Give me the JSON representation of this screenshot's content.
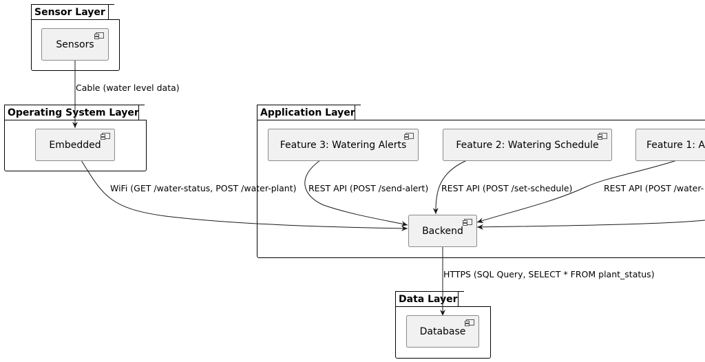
{
  "packages": {
    "sensor": "Sensor Layer",
    "os": "Operating System Layer",
    "app": "Application Layer",
    "data": "Data Layer"
  },
  "components": {
    "sensors": "Sensors",
    "embedded": "Embedded",
    "feature3": "Feature 3: Watering Alerts",
    "feature2": "Feature 2: Watering Schedule",
    "feature1": "Feature 1: A",
    "backend": "Backend",
    "database": "Database"
  },
  "edges": {
    "sensors_embedded": "Cable (water level data)",
    "embedded_backend": "WiFi (GET /water-status, POST /water-plant)",
    "f3_backend": "REST API (POST /send-alert)",
    "f2_backend": "REST API (POST /set-schedule)",
    "f1_backend": "REST API (POST /water-",
    "backend_database": "HTTPS (SQL Query, SELECT * FROM plant_status)"
  }
}
